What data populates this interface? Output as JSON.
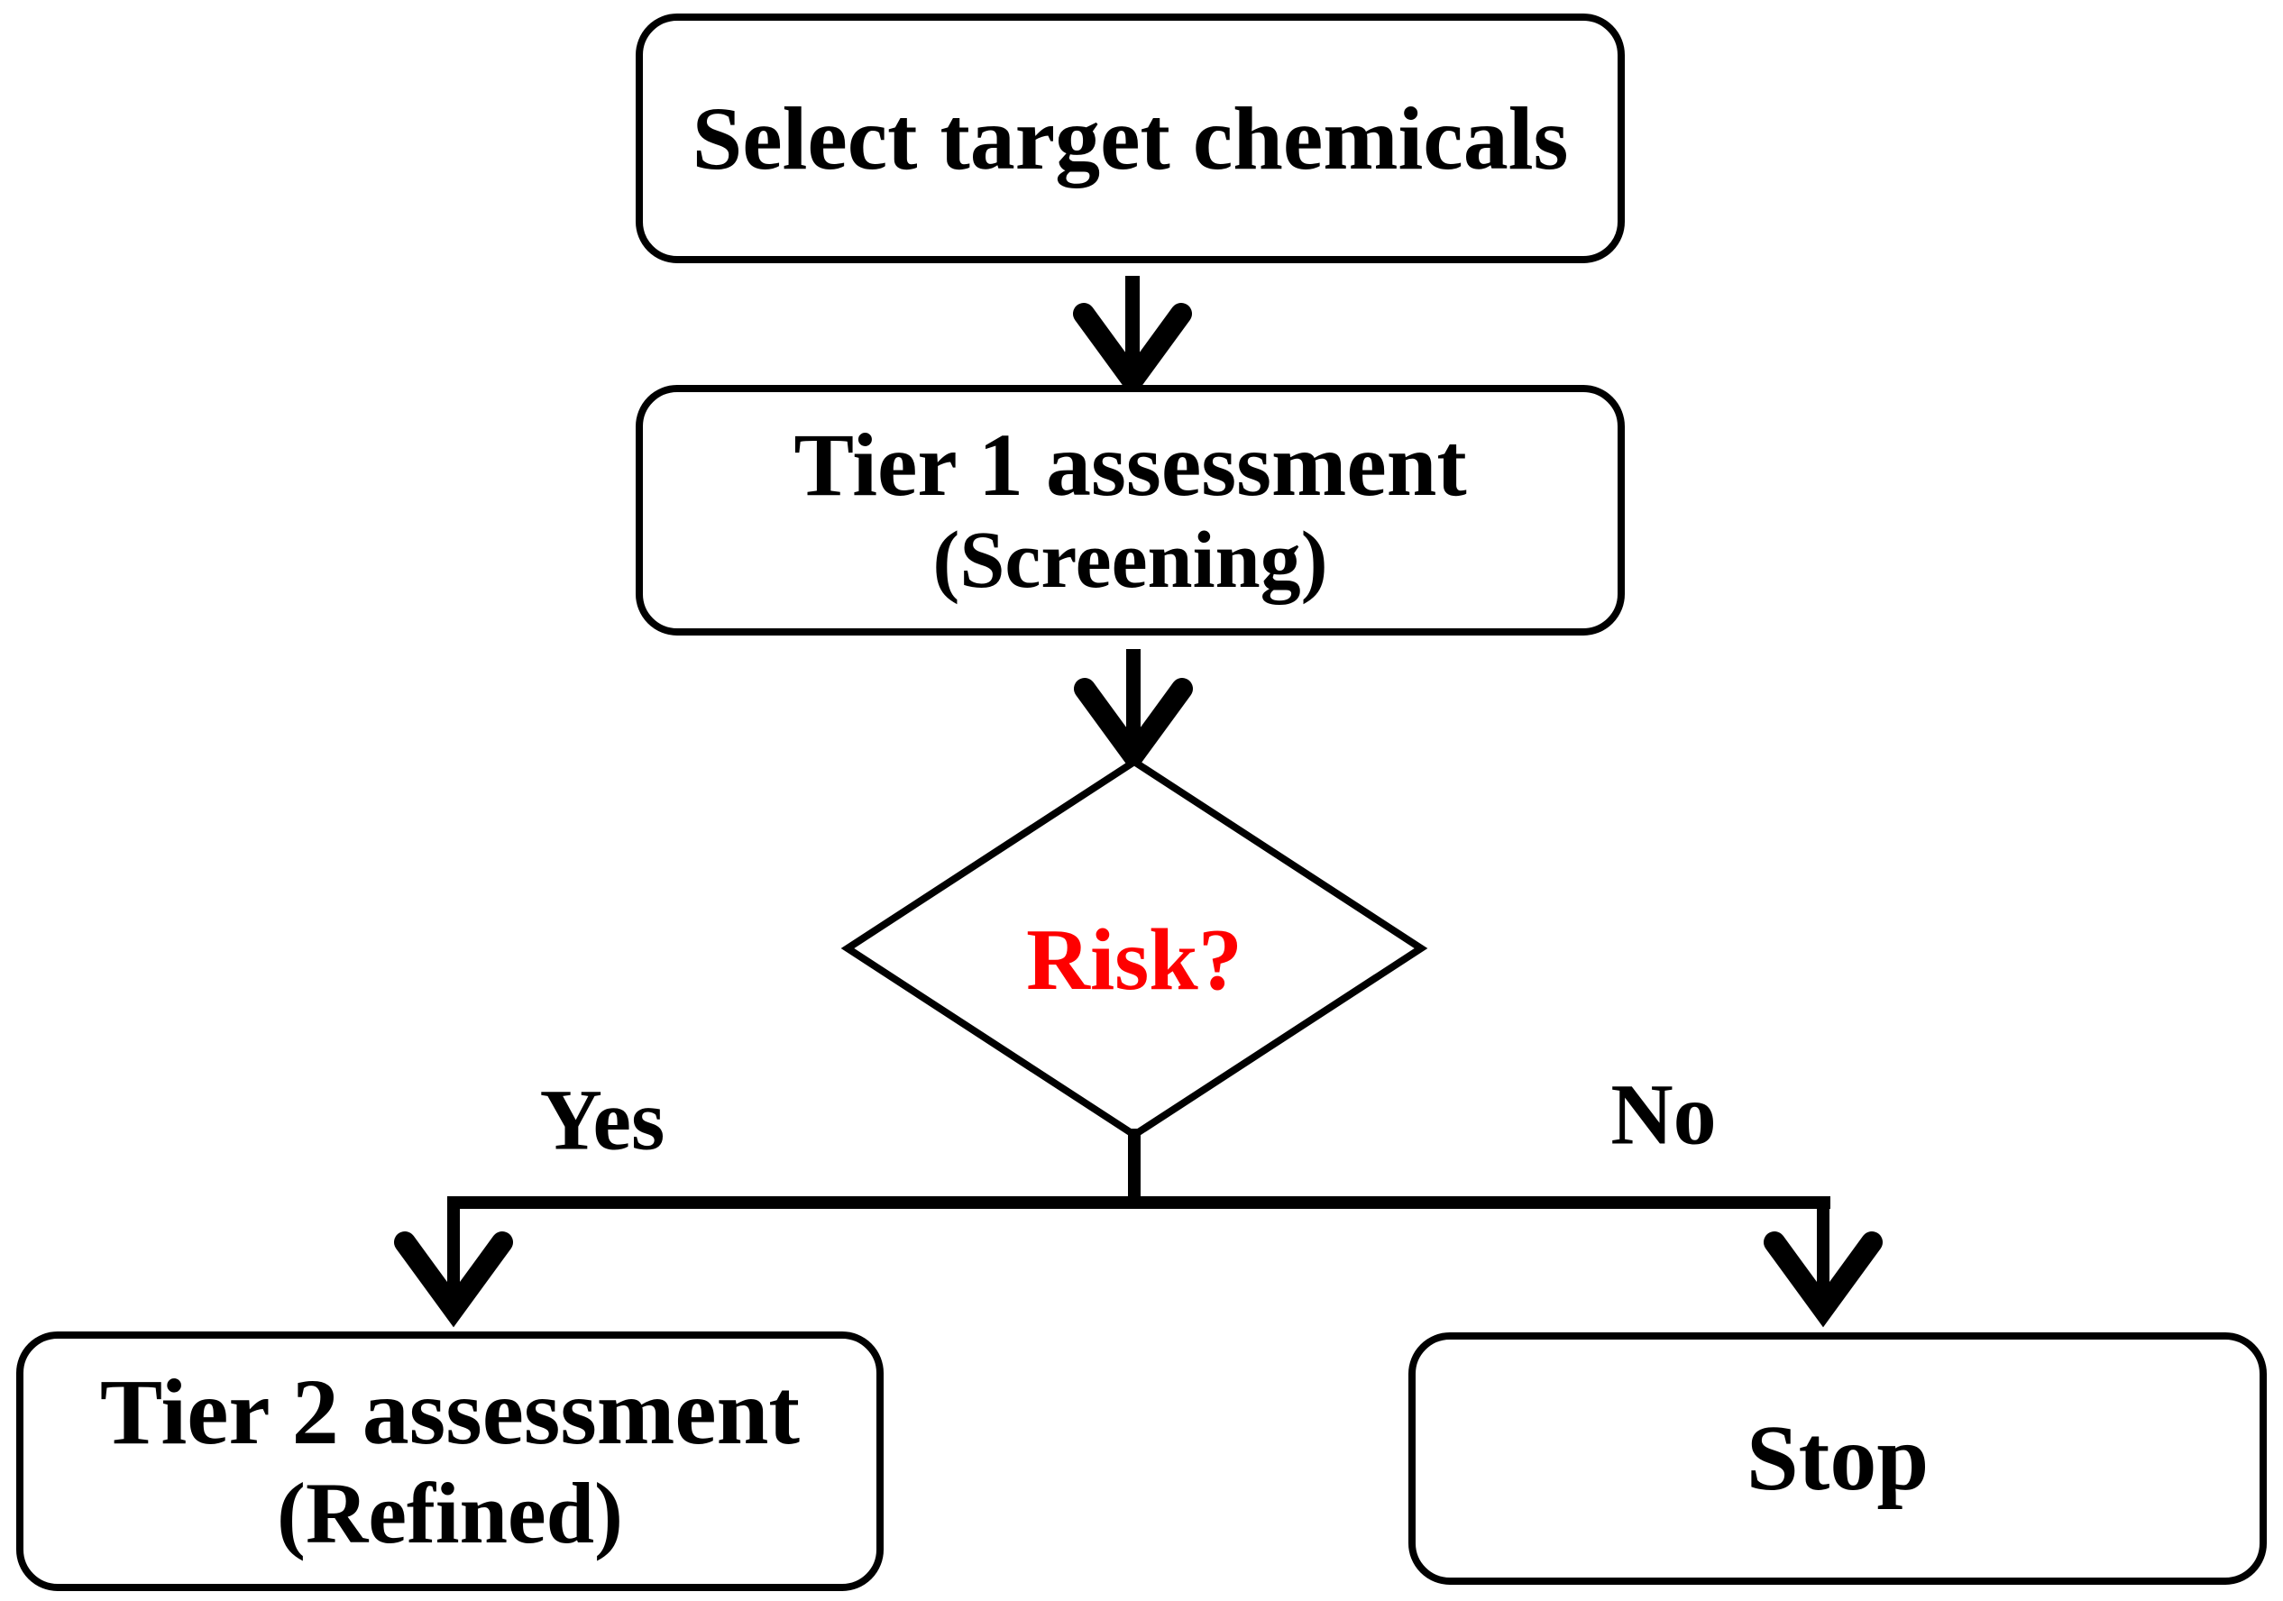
{
  "figure": {
    "type": "flowchart",
    "background_color": "#ffffff",
    "line_color": "#000000",
    "nodes": {
      "select": {
        "label": "Select target chemicals"
      },
      "tier1": {
        "title": "Tier 1 assessment",
        "subtitle": "(Screening)"
      },
      "decision": {
        "label": "Risk?",
        "text_color": "#fe0000"
      },
      "tier2": {
        "title": "Tier 2 assessment",
        "subtitle": "(Refined)"
      },
      "stop": {
        "label": "Stop"
      }
    },
    "branches": {
      "yes_label": "Yes",
      "no_label": "No"
    }
  }
}
